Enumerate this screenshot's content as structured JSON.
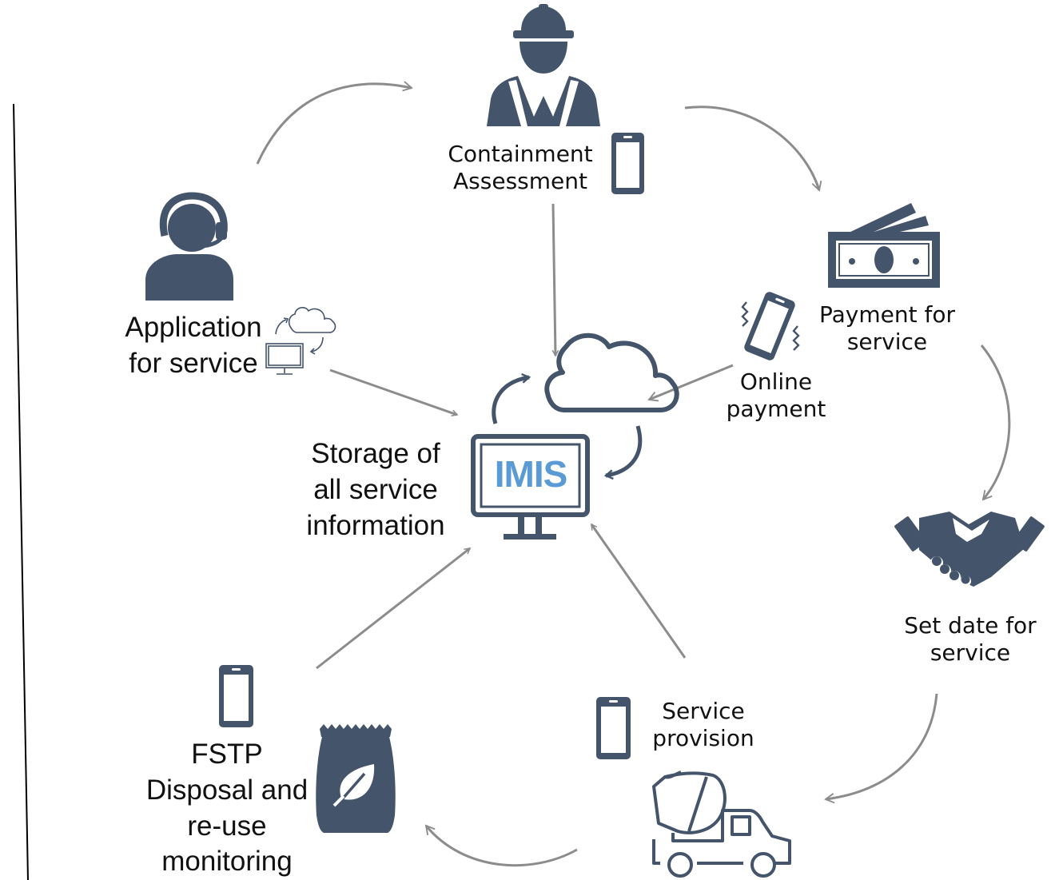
{
  "colors": {
    "icon": "#44546a",
    "arrow": "#8c8c8c",
    "imis_text": "#5b9bd5",
    "text": "#111111"
  },
  "center": {
    "imis": "IMIS",
    "storage_lines": [
      "Storage of",
      "all service",
      "information"
    ]
  },
  "nodes": {
    "containment": {
      "lines": [
        "Containment",
        "Assessment"
      ],
      "icon": "engineer-icon"
    },
    "payment": {
      "lines": [
        "Payment for",
        "service"
      ],
      "icon": "cash-icon"
    },
    "online_payment": {
      "lines": [
        "Online",
        "payment"
      ],
      "icon": "vibrating-phone-icon"
    },
    "set_date": {
      "lines": [
        "Set date for",
        "service"
      ],
      "icon": "handshake-icon"
    },
    "service_provision": {
      "lines": [
        "Service",
        "provision"
      ],
      "icon": "cement-truck-icon"
    },
    "fstp": {
      "lines": [
        "FSTP",
        "Disposal and",
        "re-use",
        "monitoring"
      ],
      "icon": "compost-bag-icon"
    },
    "application": {
      "lines": [
        "Application",
        "for service"
      ],
      "icon": "call-center-agent-icon"
    }
  }
}
